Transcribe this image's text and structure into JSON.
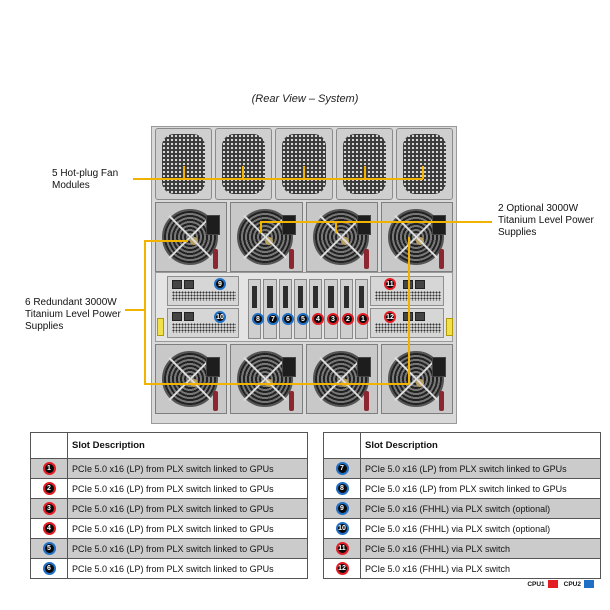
{
  "title": "(Rear View – System)",
  "callouts": {
    "fans": [
      "5 Hot-plug Fan",
      "Modules"
    ],
    "optional_psu": [
      "2 Optional 3000W",
      "Titanium Level Power",
      "Supplies"
    ],
    "redundant_psu": [
      "6 Redundant 3000W",
      "Titanium Level Power",
      "Supplies"
    ]
  },
  "icons": {
    "slot_badge": "numbered-circle-icon",
    "fan_module": "fan-grille-icon",
    "power_supply": "psu-fan-icon"
  },
  "colors": {
    "cpu1": "#e31b23",
    "cpu2": "#1f6fc5",
    "leader_line": "#f2b300",
    "row_shade": "#cbcbcb"
  },
  "diagram_badges": {
    "left_fhhl": [
      {
        "n": "9",
        "cpu": "cpu2"
      },
      {
        "n": "10",
        "cpu": "cpu2"
      }
    ],
    "center_lp": [
      {
        "n": "8",
        "cpu": "cpu2"
      },
      {
        "n": "7",
        "cpu": "cpu2"
      },
      {
        "n": "6",
        "cpu": "cpu2"
      },
      {
        "n": "5",
        "cpu": "cpu2"
      },
      {
        "n": "4",
        "cpu": "cpu1"
      },
      {
        "n": "3",
        "cpu": "cpu1"
      },
      {
        "n": "2",
        "cpu": "cpu1"
      },
      {
        "n": "1",
        "cpu": "cpu1"
      }
    ],
    "right_fhhl": [
      {
        "n": "11",
        "cpu": "cpu1"
      },
      {
        "n": "12",
        "cpu": "cpu1"
      }
    ]
  },
  "tables": [
    {
      "header": "Slot Description",
      "rows": [
        {
          "n": "1",
          "cpu": "cpu1",
          "desc": "PCIe 5.0 x16 (LP) from PLX  switch linked to GPUs"
        },
        {
          "n": "2",
          "cpu": "cpu1",
          "desc": "PCIe 5.0 x16 (LP) from PLX  switch linked to GPUs"
        },
        {
          "n": "3",
          "cpu": "cpu1",
          "desc": "PCIe 5.0 x16 (LP) from PLX  switch linked to GPUs"
        },
        {
          "n": "4",
          "cpu": "cpu1",
          "desc": "PCIe 5.0 x16 (LP) from PLX  switch linked to GPUs"
        },
        {
          "n": "5",
          "cpu": "cpu2",
          "desc": "PCIe 5.0 x16 (LP) from PLX  switch linked to GPUs"
        },
        {
          "n": "6",
          "cpu": "cpu2",
          "desc": "PCIe 5.0 x16 (LP) from PLX  switch linked to GPUs"
        }
      ]
    },
    {
      "header": "Slot Description",
      "rows": [
        {
          "n": "7",
          "cpu": "cpu2",
          "desc": "PCIe 5.0 x16 (LP) from PLX  switch linked to GPUs"
        },
        {
          "n": "8",
          "cpu": "cpu2",
          "desc": "PCIe 5.0 x16 (LP) from PLX  switch linked to GPUs"
        },
        {
          "n": "9",
          "cpu": "cpu2",
          "desc": "PCIe 5.0 x16 (FHHL)  via PLX  switch (optional)"
        },
        {
          "n": "10",
          "cpu": "cpu2",
          "desc": "PCIe 5.0 x16 (FHHL)  via PLX  switch (optional)"
        },
        {
          "n": "11",
          "cpu": "cpu1",
          "desc": "PCIe 5.0 x16 (FHHL)  via PLX  switch"
        },
        {
          "n": "12",
          "cpu": "cpu1",
          "desc": "PCIe 5.0 x16 (FHHL)  via PLX  switch"
        }
      ]
    }
  ],
  "legend": [
    {
      "label": "CPU1",
      "color": "#e31b23"
    },
    {
      "label": "CPU2",
      "color": "#1f6fc5"
    }
  ]
}
